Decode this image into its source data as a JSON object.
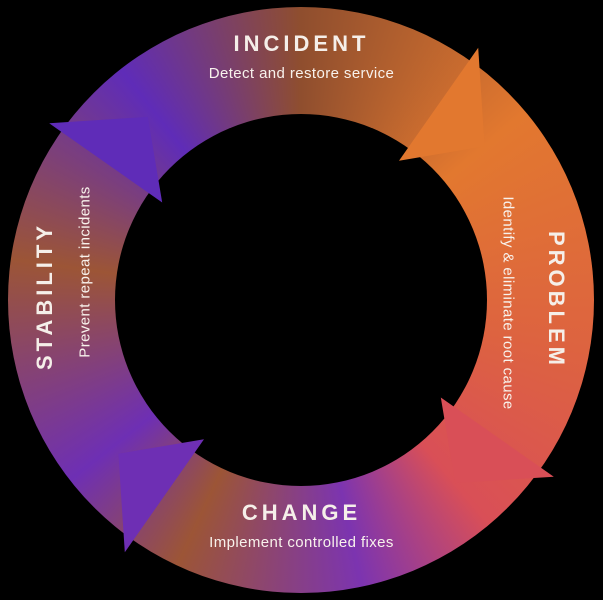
{
  "diagram": {
    "type": "cycle",
    "background": "#000000",
    "text_color": "#f5efe9",
    "stages": [
      {
        "name": "INCIDENT",
        "description": "Detect and restore service",
        "position": "top"
      },
      {
        "name": "PROBLEM",
        "description": "Identify & eliminate root cause",
        "position": "right"
      },
      {
        "name": "CHANGE",
        "description": "Implement controlled fixes",
        "position": "bottom"
      },
      {
        "name": "STABILITY",
        "description": "Prevent repeat incidents",
        "position": "left"
      }
    ],
    "colors": {
      "purple_top_left": "#5f2cb8",
      "purple_bottom_left": "#6e2fb4",
      "orange_head": "#e2782f",
      "red_head": "#d94f57",
      "brown_blend": "#8f4e2e"
    },
    "ring_gradient": [
      "#8f4e2e 0deg",
      "#e2782f 50deg",
      "#dd6340 100deg",
      "#d94f57 140deg",
      "#7c34b0 168deg",
      "#9c5536 205deg",
      "#6e2fb4 232deg",
      "#9c5536 278deg",
      "#5f2cb8 322deg",
      "#8f4e2e 360deg"
    ]
  }
}
